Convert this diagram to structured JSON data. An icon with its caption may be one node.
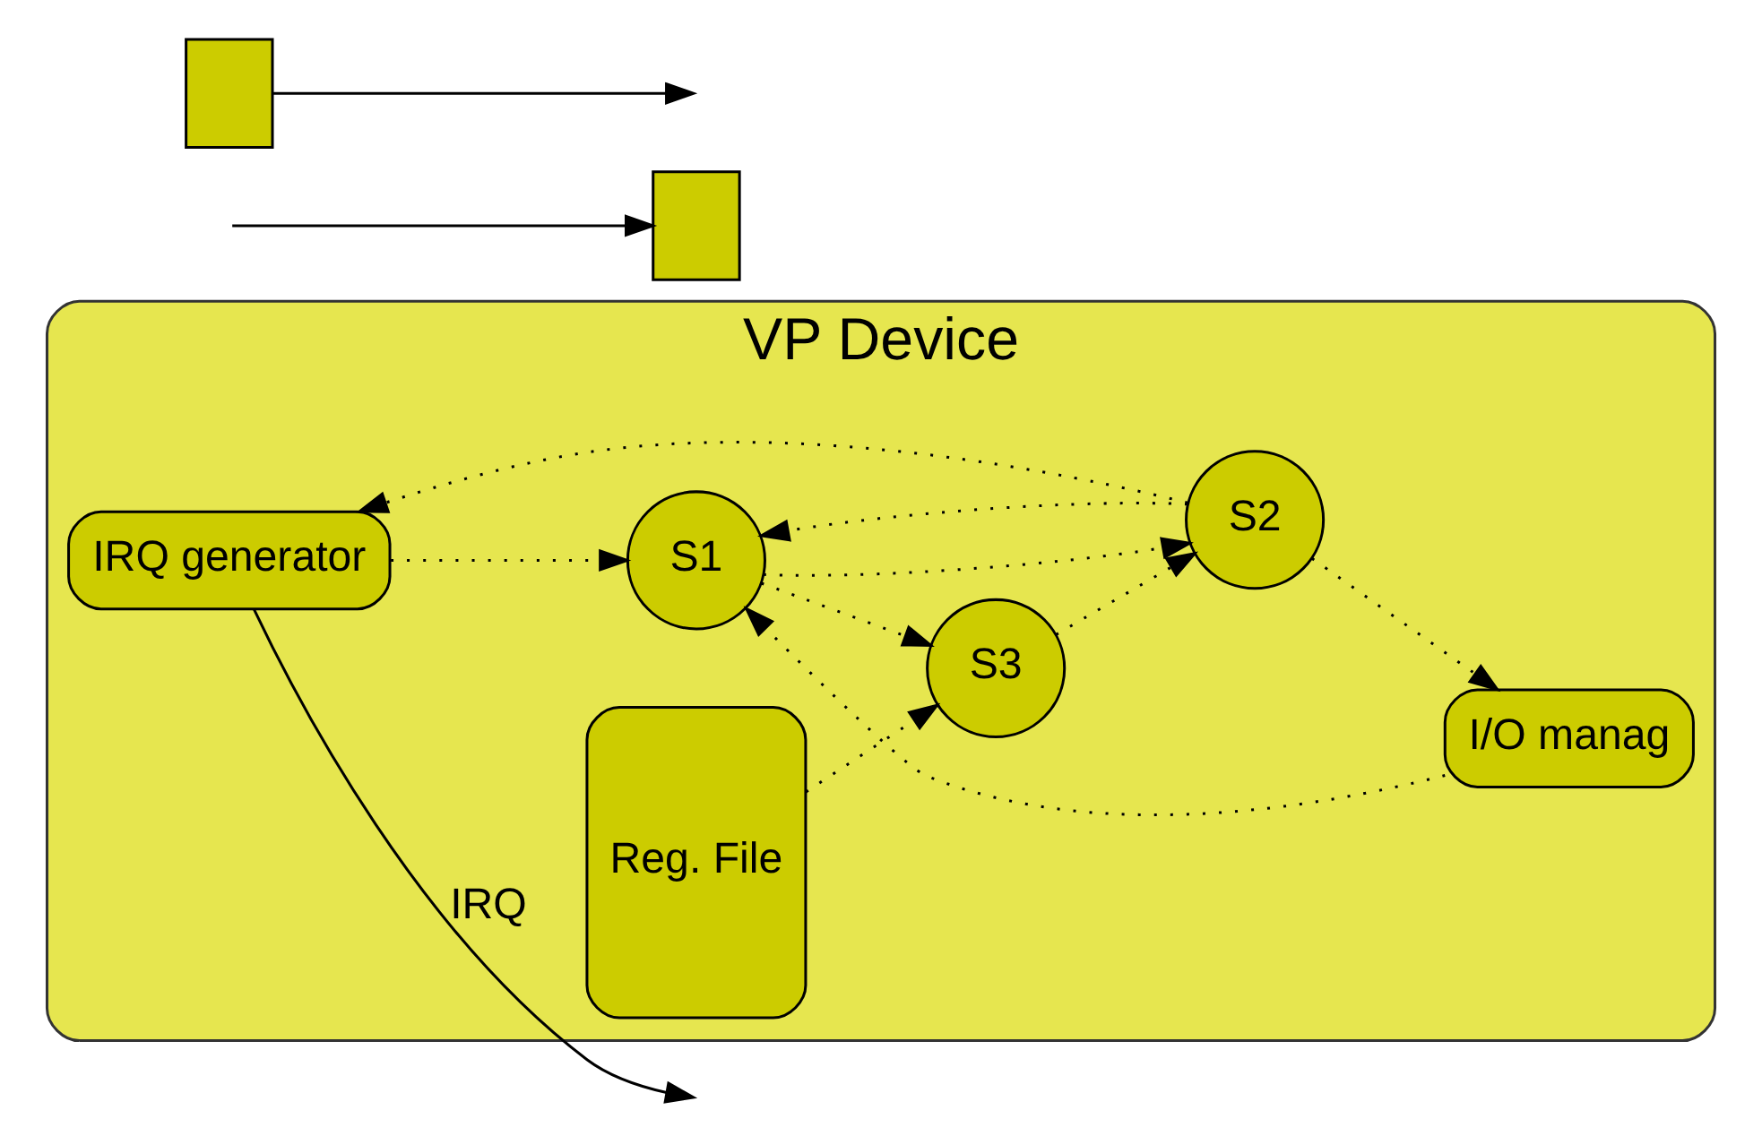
{
  "diagram": {
    "nodes": [
      {
        "text": [
          "VP Device"
        ]
      },
      {
        "text": [
          "IRQ generator"
        ],
        "in": 0
      },
      {
        "text": [
          "I/O manag"
        ],
        "in": 0
      },
      {
        "text": [
          "Reg. File"
        ],
        "in": 0
      },
      {
        "text": [
          "S1"
        ],
        "in": 0
      },
      {
        "text": [
          "S2"
        ],
        "in": 0
      },
      {
        "text": [
          "S3"
        ],
        "in": 0
      },
      {
        "text": [],
        "shape": "box"
      },
      {
        "text": [],
        "shape": "box"
      }
    ],
    "edges": [
      {
        "from": 1,
        "to": null,
        "arrow": "to",
        "label": "IRQ"
      },
      {
        "from": null,
        "to": 7,
        "arrow": "to"
      },
      {
        "from": 8,
        "to": null,
        "arrow": "to"
      },
      {
        "from": 2,
        "to": 4,
        "arrow": "to",
        "style": "dashed"
      },
      {
        "from": 5,
        "to": 1,
        "arrow": "to",
        "style": "dashed"
      },
      {
        "from": 5,
        "to": 2,
        "arrow": "to",
        "style": "dashed"
      },
      {
        "from": 5,
        "to": 4,
        "arrow": "to",
        "style": "dashed"
      },
      {
        "from": 1,
        "to": 4,
        "arrow": "to",
        "style": "dashed"
      },
      {
        "from": 4,
        "to": 5,
        "arrow": "to",
        "style": "dashed"
      },
      {
        "from": 4,
        "to": 6,
        "arrow": "to",
        "style": "dashed"
      },
      {
        "from": 3,
        "to": 6,
        "arrow": "to",
        "style": "dashed"
      },
      {
        "from": 6,
        "to": 5,
        "arrow": "to",
        "style": "dashed"
      }
    ]
  }
}
